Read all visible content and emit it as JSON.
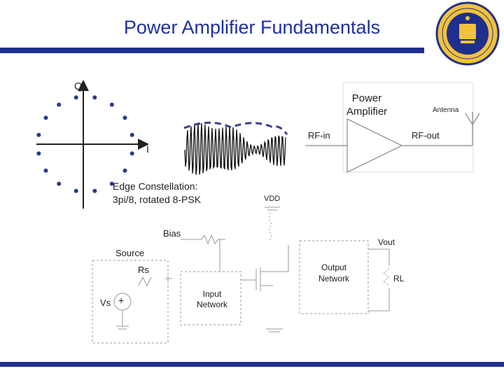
{
  "title": "Power Amplifier Fundamentals",
  "constellation": {
    "q_label": "Q",
    "i_label": "I",
    "caption_line1": "Edge Constellation:",
    "caption_line2": "3pi/8, rotated 8-PSK"
  },
  "pa_block": {
    "title_line1": "Power",
    "title_line2": "Amplifier",
    "rf_in": "RF-in",
    "rf_out": "RF-out",
    "antenna": "Antenna"
  },
  "circuit": {
    "vdd": "VDD",
    "bias": "Bias",
    "source": "Source",
    "rs": "Rs",
    "vs": "Vs",
    "input_network_line1": "Input",
    "input_network_line2": "Network",
    "output_network_line1": "Output",
    "output_network_line2": "Network",
    "vout": "Vout",
    "rl": "RL"
  },
  "colors": {
    "title": "#1f2f9e",
    "bar": "#1f2f8e",
    "point": "#2b3a8f",
    "envelope": "#3b3f8f"
  }
}
